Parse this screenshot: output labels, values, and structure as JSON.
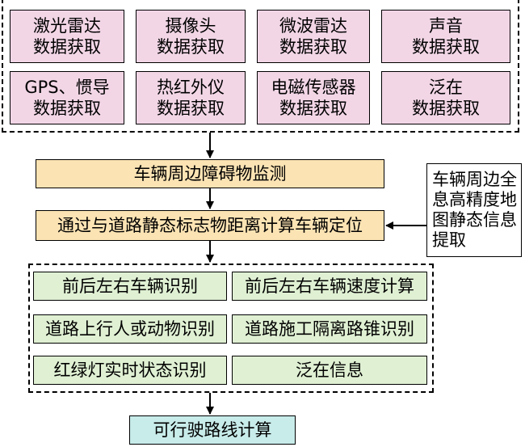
{
  "sensors": [
    "激光雷达\n数据获取",
    "摄像头\n数据获取",
    "微波雷达\n数据获取",
    "声音\n数据获取",
    "GPS、惯导\n数据获取",
    "热红外仪\n数据获取",
    "电磁传感器\n数据获取",
    "泛在\n数据获取"
  ],
  "monitor": "车辆周边障碍物监测",
  "positioning": "通过与道路静态标志物距离计算车辆定位",
  "map_info": "车辆周边全\n息高精度地\n图静态信息\n提取",
  "recognition": [
    "前后左右车辆识别",
    "前后左右车辆速度计算",
    "道路上行人或动物识别",
    "道路施工隔离路锥识别",
    "红绿灯实时状态识别",
    "泛在信息"
  ],
  "route": "可行驶路线计算",
  "colors": {
    "sensor_fill": "#f2d6e6",
    "process_fill": "#fbe3b3",
    "recognition_fill": "#dff0d3",
    "route_fill": "#c8ecea"
  }
}
